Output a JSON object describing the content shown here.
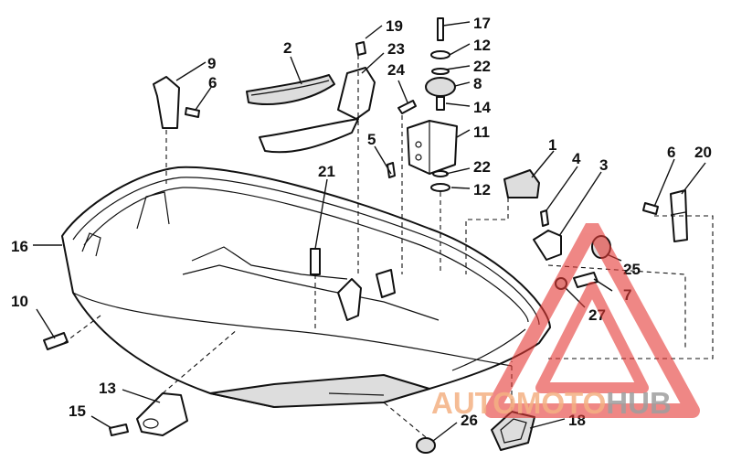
{
  "callouts": {
    "c1": "1",
    "c2": "2",
    "c3": "3",
    "c4": "4",
    "c5": "5",
    "c6a": "6",
    "c6b": "6",
    "c7": "7",
    "c8": "8",
    "c9": "9",
    "c10": "10",
    "c11": "11",
    "c12a": "12",
    "c12b": "12",
    "c13": "13",
    "c14": "14",
    "c15": "15",
    "c16": "16",
    "c17": "17",
    "c18": "18",
    "c19": "19",
    "c20": "20",
    "c21": "21",
    "c22a": "22",
    "c22b": "22",
    "c23": "23",
    "c24": "24",
    "c25": "25",
    "c26": "26",
    "c27": "27"
  },
  "watermark": {
    "part1": "AUTOMOTO",
    "part2": "HUB",
    "color_a": "#f4b183",
    "color_b": "#e53935",
    "color_c": "#9e9e9e"
  }
}
